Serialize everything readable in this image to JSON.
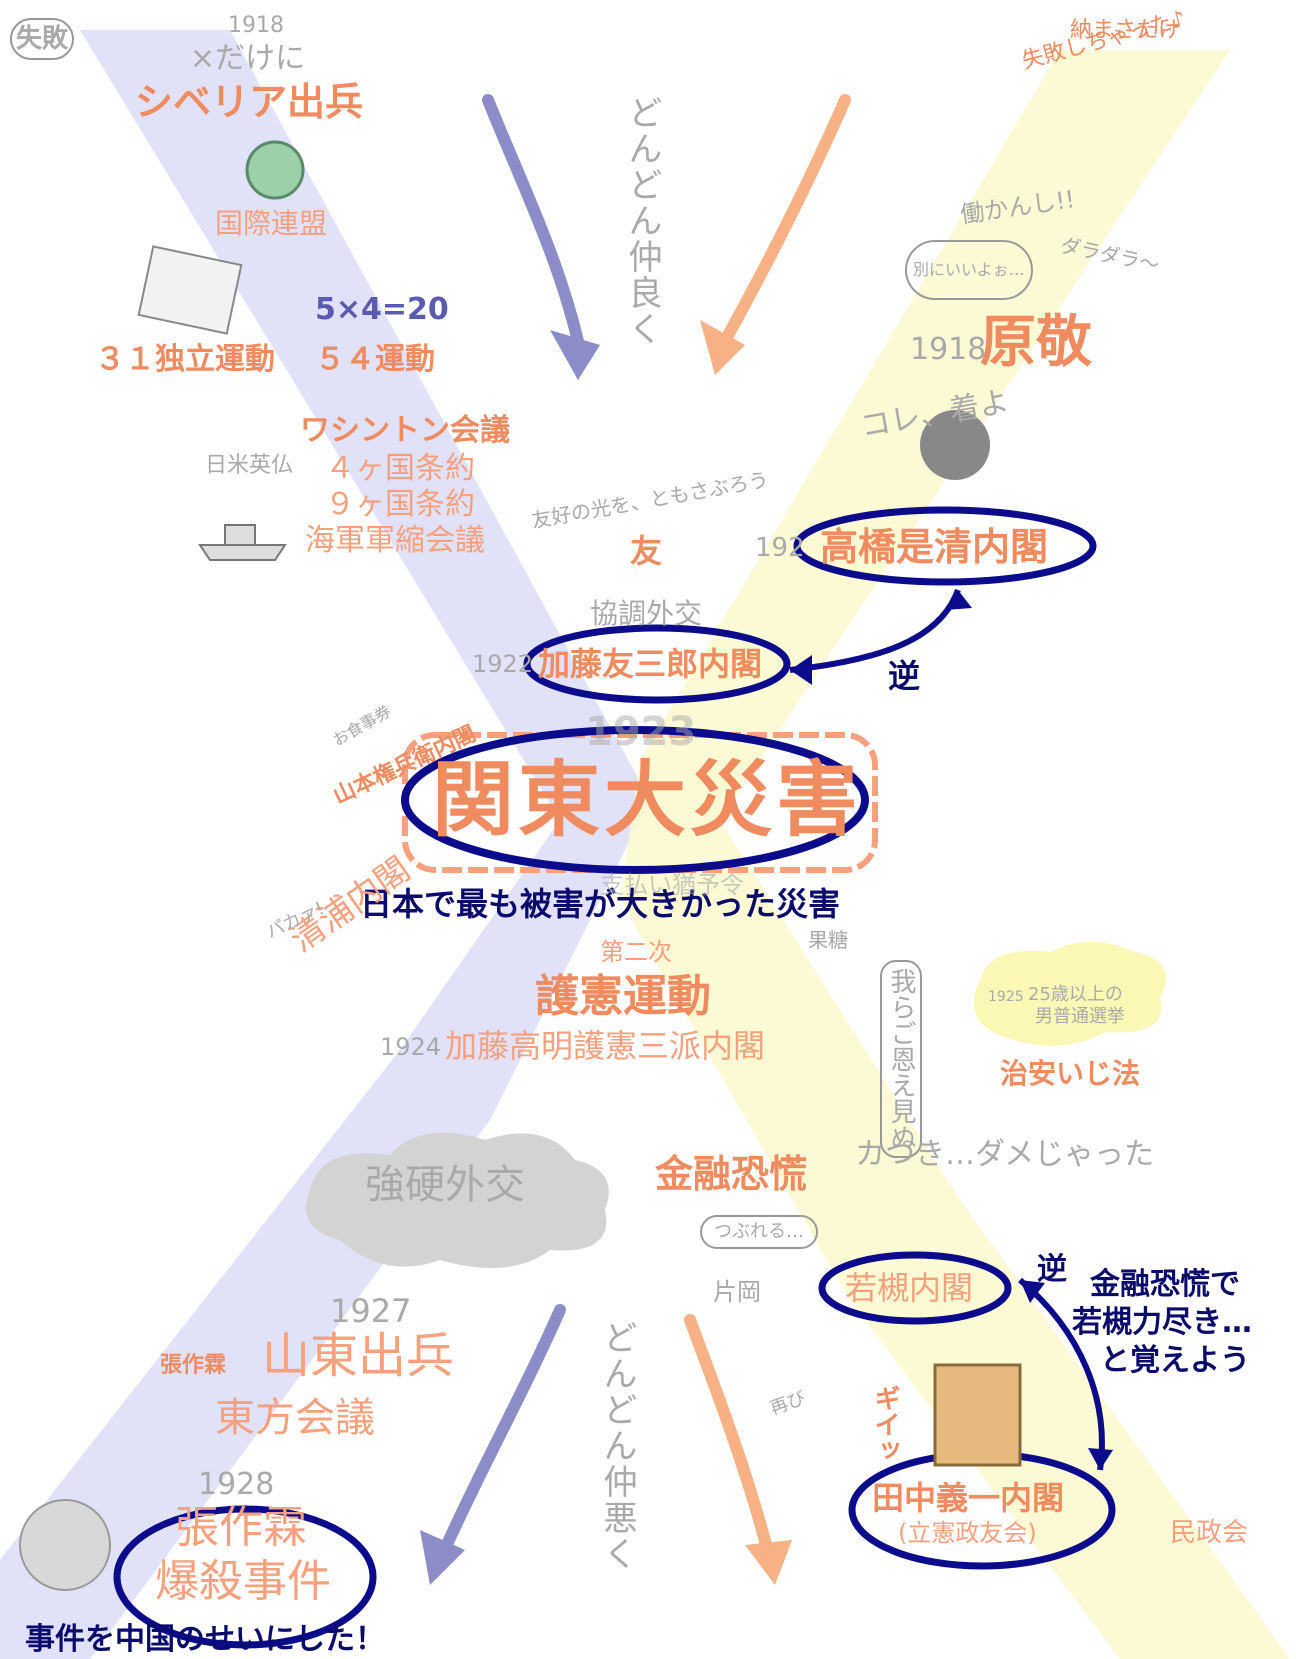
{
  "colors": {
    "blue_band": "#dcdcf7",
    "yellow_band": "#fbfad0",
    "orange_text": "#f6a07d",
    "gray_text": "#a9a9a9",
    "navy_annotation": "#0b0b6e",
    "ellipse": "#0b0b8c",
    "arrow_blue": "#8c8cc8",
    "arrow_orange": "#f8b184"
  },
  "top_left": {
    "badge": "失敗",
    "year": "1918",
    "caption": "×だけに",
    "event": "シベリア出兵",
    "league": "国際連盟",
    "movement1": "３１独立運動",
    "movement2": "５４運動",
    "math_doodle": "5×4=20",
    "icon_globe": "globe-icon",
    "icon_paper": "paper-icon"
  },
  "washington": {
    "title": "ワシントン会議",
    "countries": "日米英仏",
    "treaty4": "４ヶ国条約",
    "treaty9": "９ヶ国条約",
    "naval": "海軍軍縮会議",
    "icon_ship": "battleship-icon"
  },
  "top_middle": {
    "phrase": "どんどん仲良く"
  },
  "top_right": {
    "note_fail": "失敗しちゃった♪",
    "note_sat": "納まさたけ",
    "note_work": "働かんし!!",
    "note_dara": "ダラダラ〜",
    "note_betsu": "別にいいよぉ…",
    "hara_year": "1918",
    "hara_name": "原敬",
    "note_kore": "コレ、着よ",
    "icon_person": "person-icon"
  },
  "center": {
    "friend_note": "友好の光を、ともさぶろう",
    "friend_char": "友",
    "kyocho": "協調外交",
    "kato_year": "1922",
    "kato_name": "加藤友三郎内閣",
    "takahashi_year": "192",
    "takahashi_name": "高橋是清内閣",
    "reverse_top": "逆",
    "quake_year": "1923",
    "quake_name": "関東大災害",
    "quake_note": "日本で最も被害が大きかった災害",
    "yamamoto": "山本権兵衛内閣",
    "moratorium": "支払い猶予令",
    "noodle_note": "お食事券"
  },
  "middle": {
    "kiyoura_name": "清浦内閣",
    "kiyoura_note": "パカァ!",
    "goken": "第二次護憲運動",
    "goken_small": "第二次",
    "goken_big": "護憲運動",
    "kato2_year": "1924",
    "kato2_name": "加藤高明護憲三派内閣",
    "kakuto": "果糖",
    "warera": "我らご恩え見ぬ",
    "suffrage_year": "1925",
    "suffrage_line1": "25歳以上の",
    "suffrage_line2": "男普通選挙",
    "chian": "治安いじ法"
  },
  "lower": {
    "kyoko": "強硬外交",
    "kinyu": "金融恐慌",
    "katsuki_note": "カつき…ダメじゃった",
    "tsubu": "つぶれる…",
    "kataoka": "片岡",
    "wakatsuki": "若槻内閣",
    "reverse_bottom": "逆",
    "memo_line1": "金融恐慌で",
    "memo_line2": "若槻力尽き…",
    "memo_line3": "と覚えよう",
    "tanaka_name": "田中義一内閣",
    "tanaka_party": "(立憲政友会)",
    "minseito": "民政会",
    "gi_note": "ギイッ",
    "futatabi": "再び",
    "icon_shelf": "bookshelf-icon"
  },
  "bottom_left": {
    "sandong_year": "1927",
    "sandong": "山東出兵",
    "toho": "東方会議",
    "zhang_doodle": "張作霖",
    "zhang_year": "1928",
    "zhang_line1": "張作霖",
    "zhang_line2": "爆殺事件",
    "zhang_note": "事件を中国のせいにした！",
    "icon_explosion": "explosion-icon"
  },
  "bottom_middle": {
    "phrase": "どんどん仲悪く"
  }
}
